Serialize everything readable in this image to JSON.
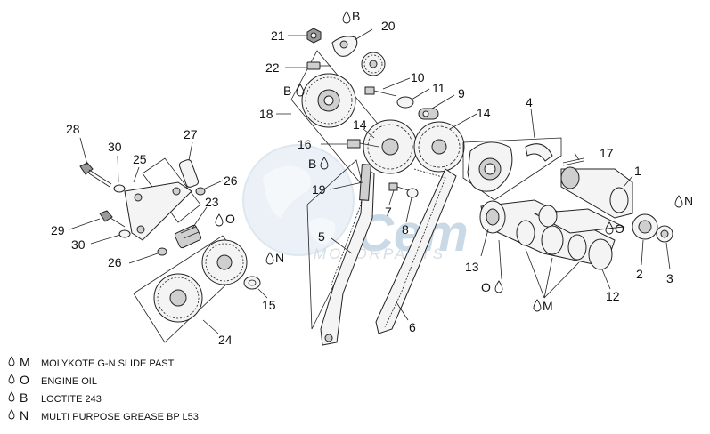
{
  "watermark": {
    "line1": "Cem",
    "line2": "MOTORPARTS"
  },
  "callouts": [
    {
      "id": "c1",
      "text": "1"
    },
    {
      "id": "c2",
      "text": "2"
    },
    {
      "id": "c3",
      "text": "3"
    },
    {
      "id": "c4",
      "text": "4"
    },
    {
      "id": "c5",
      "text": "5"
    },
    {
      "id": "c6",
      "text": "6"
    },
    {
      "id": "c7",
      "text": "7"
    },
    {
      "id": "c8",
      "text": "8"
    },
    {
      "id": "c9",
      "text": "9"
    },
    {
      "id": "c10",
      "text": "10"
    },
    {
      "id": "c11",
      "text": "11"
    },
    {
      "id": "c12",
      "text": "12"
    },
    {
      "id": "c13",
      "text": "13"
    },
    {
      "id": "c14a",
      "text": "14"
    },
    {
      "id": "c14b",
      "text": "14"
    },
    {
      "id": "c15",
      "text": "15"
    },
    {
      "id": "c16",
      "text": "16"
    },
    {
      "id": "c17",
      "text": "17"
    },
    {
      "id": "c18",
      "text": "18"
    },
    {
      "id": "c19",
      "text": "19"
    },
    {
      "id": "c20",
      "text": "20"
    },
    {
      "id": "c21",
      "text": "21"
    },
    {
      "id": "c22",
      "text": "22"
    },
    {
      "id": "c23",
      "text": "23"
    },
    {
      "id": "c24",
      "text": "24"
    },
    {
      "id": "c25",
      "text": "25"
    },
    {
      "id": "c26a",
      "text": "26"
    },
    {
      "id": "c26b",
      "text": "26"
    },
    {
      "id": "c27",
      "text": "27"
    },
    {
      "id": "c28",
      "text": "28"
    },
    {
      "id": "c29",
      "text": "29"
    },
    {
      "id": "c30a",
      "text": "30"
    },
    {
      "id": "c30b",
      "text": "30"
    }
  ],
  "lubricant_marks": [
    {
      "id": "m-b-top",
      "code": "B"
    },
    {
      "id": "m-b-22",
      "code": "B"
    },
    {
      "id": "m-b-16",
      "code": "B"
    },
    {
      "id": "m-o-23",
      "code": "O"
    },
    {
      "id": "m-n-15",
      "code": "N"
    },
    {
      "id": "m-o-right",
      "code": "O"
    },
    {
      "id": "m-n-right",
      "code": "N"
    },
    {
      "id": "m-o-cam",
      "code": "O"
    },
    {
      "id": "m-m-cam",
      "code": "M"
    }
  ],
  "legend": [
    {
      "code": "M",
      "text": "MOLYKOTE G-N SLIDE PAST"
    },
    {
      "code": "O",
      "text": "ENGINE OIL"
    },
    {
      "code": "B",
      "text": "LOCTITE 243"
    },
    {
      "code": "N",
      "text": "MULTI PURPOSE GREASE BP L53"
    }
  ]
}
